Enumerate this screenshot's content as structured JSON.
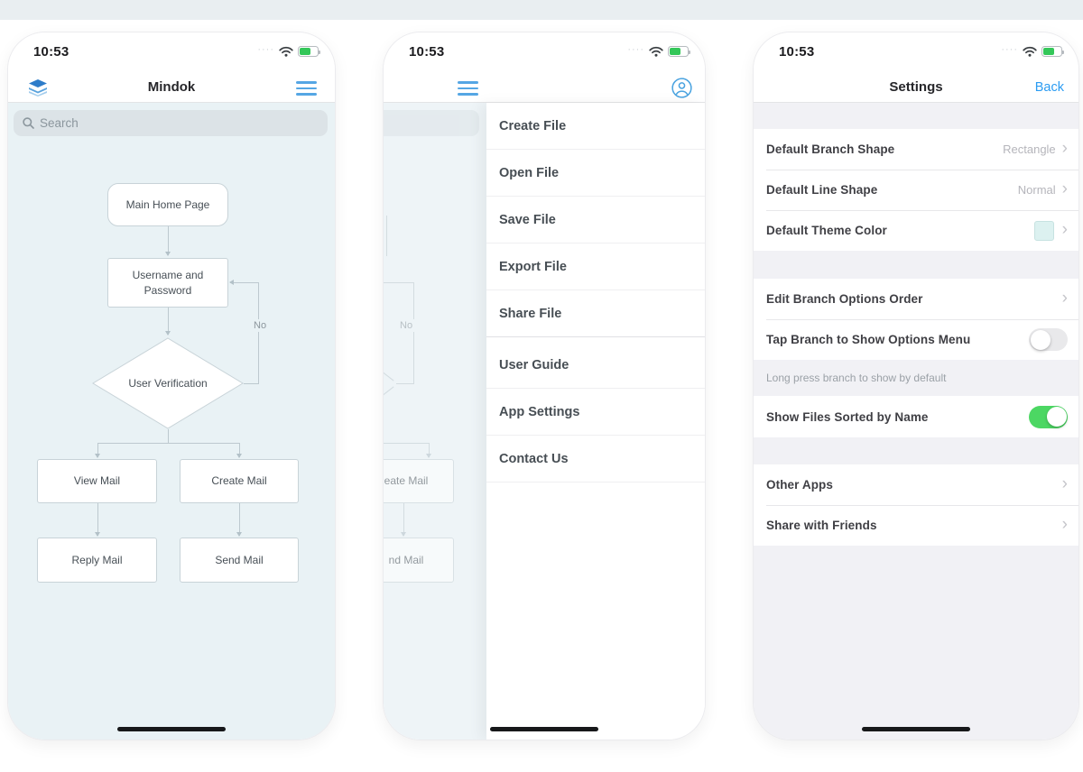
{
  "status_bar": {
    "time": "10:53",
    "dots": "····"
  },
  "chevron_glyph": "›",
  "phone1": {
    "nav": {
      "title": "Mindok"
    },
    "search": {
      "placeholder": "Search"
    },
    "flowchart": {
      "nodes": {
        "main": "Main Home Page",
        "auth": "Username and Password",
        "verify": "User Verification",
        "view": "View Mail",
        "create": "Create Mail",
        "reply": "Reply Mail",
        "send": "Send Mail"
      },
      "no_label": "No"
    }
  },
  "phone2": {
    "menu": {
      "group1": [
        "Create File",
        "Open File",
        "Save File",
        "Export File",
        "Share File"
      ],
      "group2": [
        "User Guide",
        "App Settings",
        "Contact Us"
      ]
    },
    "background": {
      "partial_create": "eate Mail",
      "partial_send": "nd Mail",
      "no_label": "No"
    }
  },
  "phone3": {
    "nav": {
      "title": "Settings",
      "back": "Back"
    },
    "rows": [
      {
        "label": "Default Branch Shape",
        "value": "Rectangle"
      },
      {
        "label": "Default Line Shape",
        "value": "Normal"
      },
      {
        "label": "Default Theme Color"
      },
      {
        "label": "Edit Branch Options Order"
      },
      {
        "label": "Tap Branch to Show Options Menu",
        "toggle": "off"
      },
      {
        "label": "Show Files Sorted by Name",
        "toggle": "on"
      },
      {
        "label": "Other Apps"
      },
      {
        "label": "Share with Friends"
      }
    ],
    "footnote": "Long press branch to show by default",
    "colors": {
      "toggle_on": "#4cd763",
      "accent_blue": "#2b9cf2",
      "theme_swatch": "#dcf1f0"
    }
  }
}
